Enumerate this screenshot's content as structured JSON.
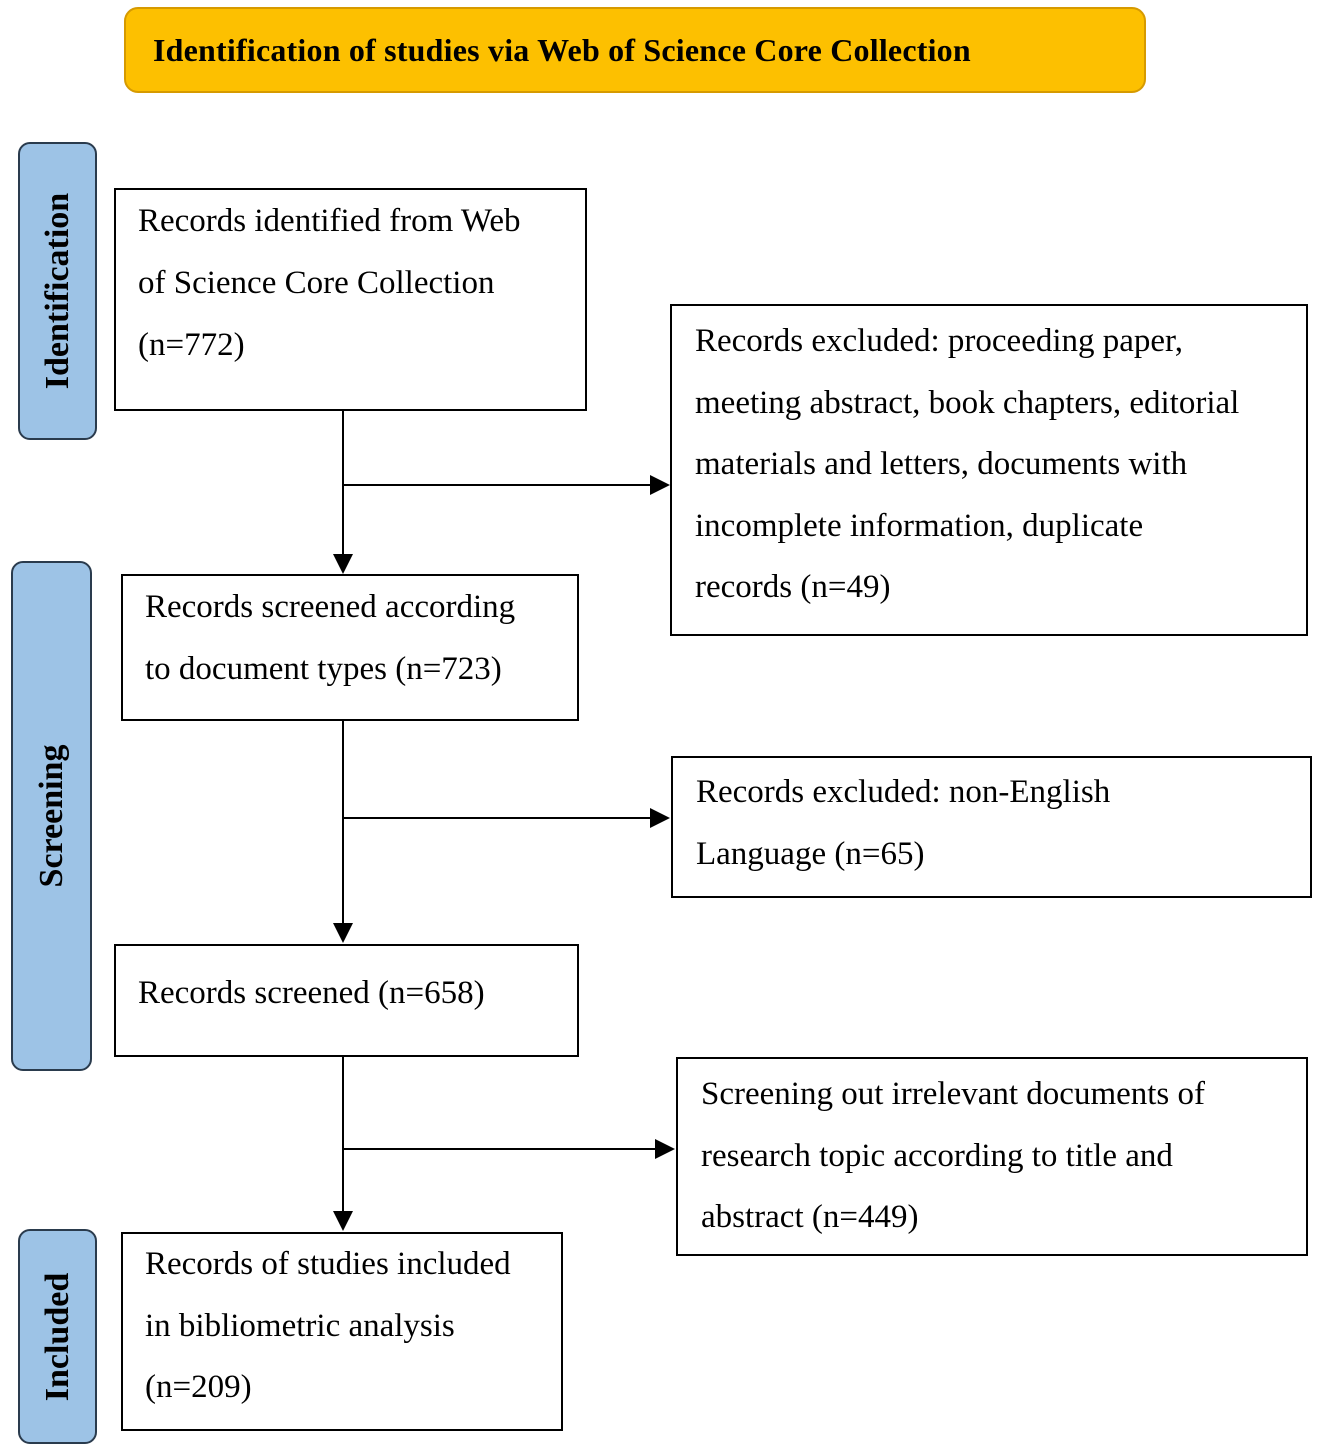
{
  "header": {
    "title": "Identification of studies via Web of Science Core Collection"
  },
  "stages": {
    "identification": "Identification",
    "screening": "Screening",
    "included": "Included"
  },
  "boxes": {
    "identified": "Records identified from Web\nof Science Core Collection\n(n=772)",
    "excluded_doc_types": "Records excluded:  proceeding paper,\nmeeting abstract, book chapters, editorial\nmaterials and letters, documents with\nincomplete information, duplicate\nrecords (n=49)",
    "screened_doc_types": "Records screened according\nto document types (n=723)",
    "excluded_language": "Records excluded: non-English\nLanguage (n=65)",
    "screened": "Records screened (n=658)",
    "excluded_irrelevant": "Screening out irrelevant documents of\nresearch topic according to title and\nabstract (n=449)",
    "included": "Records of studies included\nin bibliometric analysis\n(n=209)"
  },
  "colors": {
    "header_fill": "#fdc000",
    "stage_fill": "#9dc3e6",
    "box_border": "#000000"
  }
}
